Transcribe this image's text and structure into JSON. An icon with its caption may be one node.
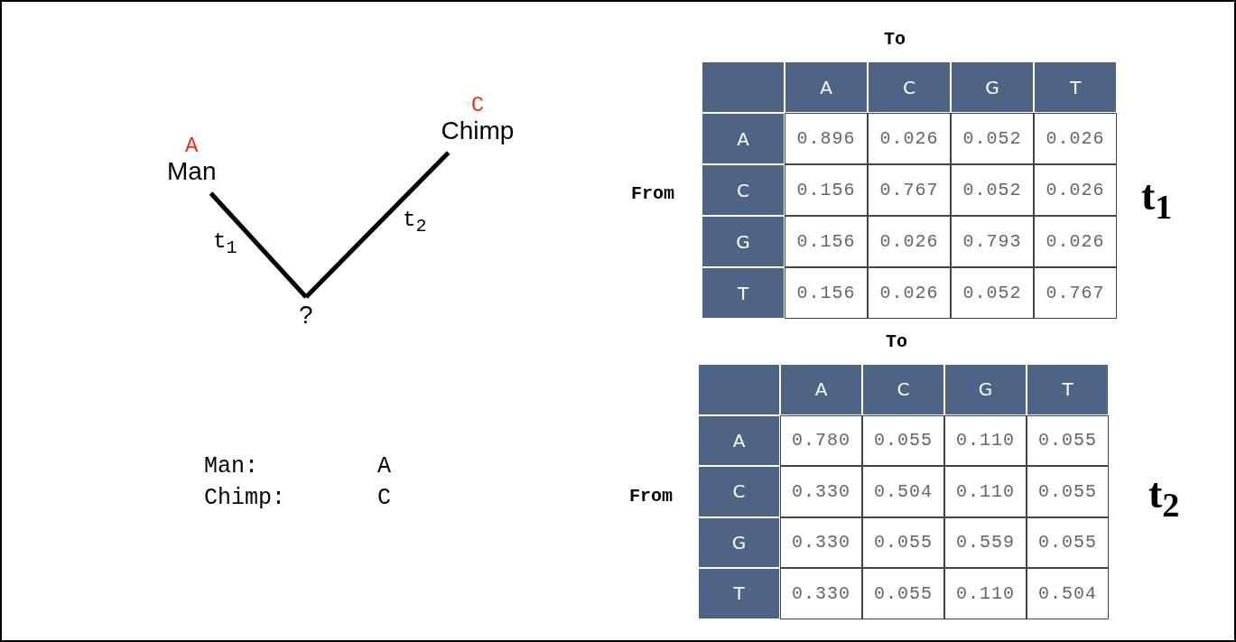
{
  "diagram": {
    "nodes": [
      {
        "text": [
          "A",
          "Man"
        ]
      },
      {
        "text": [
          "C",
          "Chimp"
        ]
      },
      {
        "text": [
          "?"
        ]
      }
    ],
    "edges": [
      {
        "from": 0,
        "to": 2,
        "arrow": "none",
        "label": "t$_{1}$"
      },
      {
        "from": 1,
        "to": 2,
        "arrow": "none",
        "label": "t$_{2}$"
      }
    ],
    "labels": [
      "To",
      "A",
      "C",
      "G",
      "T",
      "A",
      "0.896",
      "0.026",
      "0.052",
      "0.026",
      "C",
      "0.156",
      "0.767",
      "0.052",
      "0.026",
      "G",
      "0.156",
      "0.026",
      "0.793",
      "0.026",
      "T",
      "0.156",
      "0.026",
      "0.052",
      "0.767",
      "From",
      "t$_{1}$",
      "To",
      "A",
      "C",
      "G",
      "T",
      "A",
      "0.780",
      "0.055",
      "0.110",
      "0.055",
      "C",
      "0.330",
      "0.504",
      "0.110",
      "0.055",
      "G",
      "0.330",
      "0.055",
      "0.559",
      "0.055",
      "T",
      "0.330",
      "0.055",
      "0.110",
      "0.504",
      "From",
      "t$_{2}$",
      "Man:",
      "A",
      "Chimp:",
      "C"
    ]
  }
}
